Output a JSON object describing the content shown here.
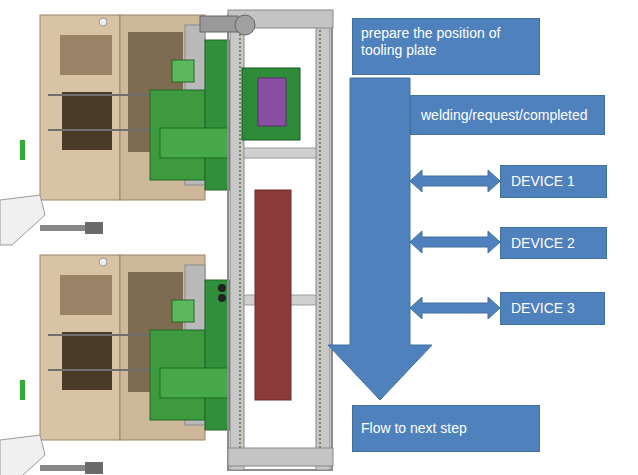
{
  "diagram": {
    "nodes": [
      {
        "text": [
          "prepare the position of tooling plate"
        ]
      },
      {
        "text": [
          "welding/request/completed"
        ]
      },
      {
        "text": [
          "DEVICE 1"
        ]
      },
      {
        "text": [
          "DEVICE 2"
        ]
      },
      {
        "text": [
          "DEVICE 3"
        ]
      },
      {
        "text": [
          "Flow to next step"
        ]
      }
    ],
    "edges": [
      {
        "from": 0,
        "to": 5,
        "arrow": "to"
      }
    ]
  }
}
